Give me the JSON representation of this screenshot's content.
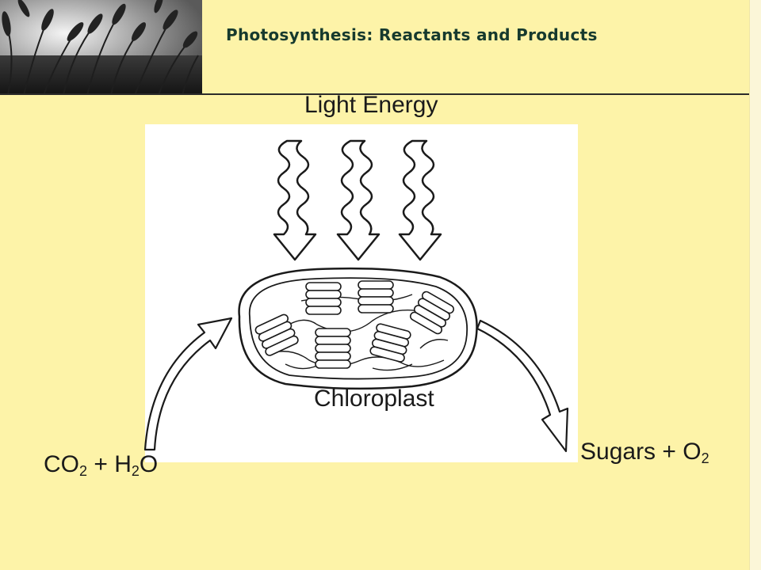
{
  "slide": {
    "title": "Photosynthesis: Reactants and Products"
  },
  "diagram": {
    "energy_label": "Light Energy",
    "organelle_label": "Chloroplast",
    "reactants": {
      "a": "CO",
      "a_sub": "2",
      "plus": " + H",
      "b_sub": "2",
      "c": "O"
    },
    "products": {
      "a": "Sugars + O",
      "a_sub": "2"
    }
  },
  "colors": {
    "background": "#fdf3a8",
    "title": "#163a2e",
    "line": "#1a1a1a"
  },
  "icons": [
    "wheat-field-photo",
    "light-arrow-icon",
    "curved-arrow-icon",
    "chloroplast-drawing"
  ]
}
